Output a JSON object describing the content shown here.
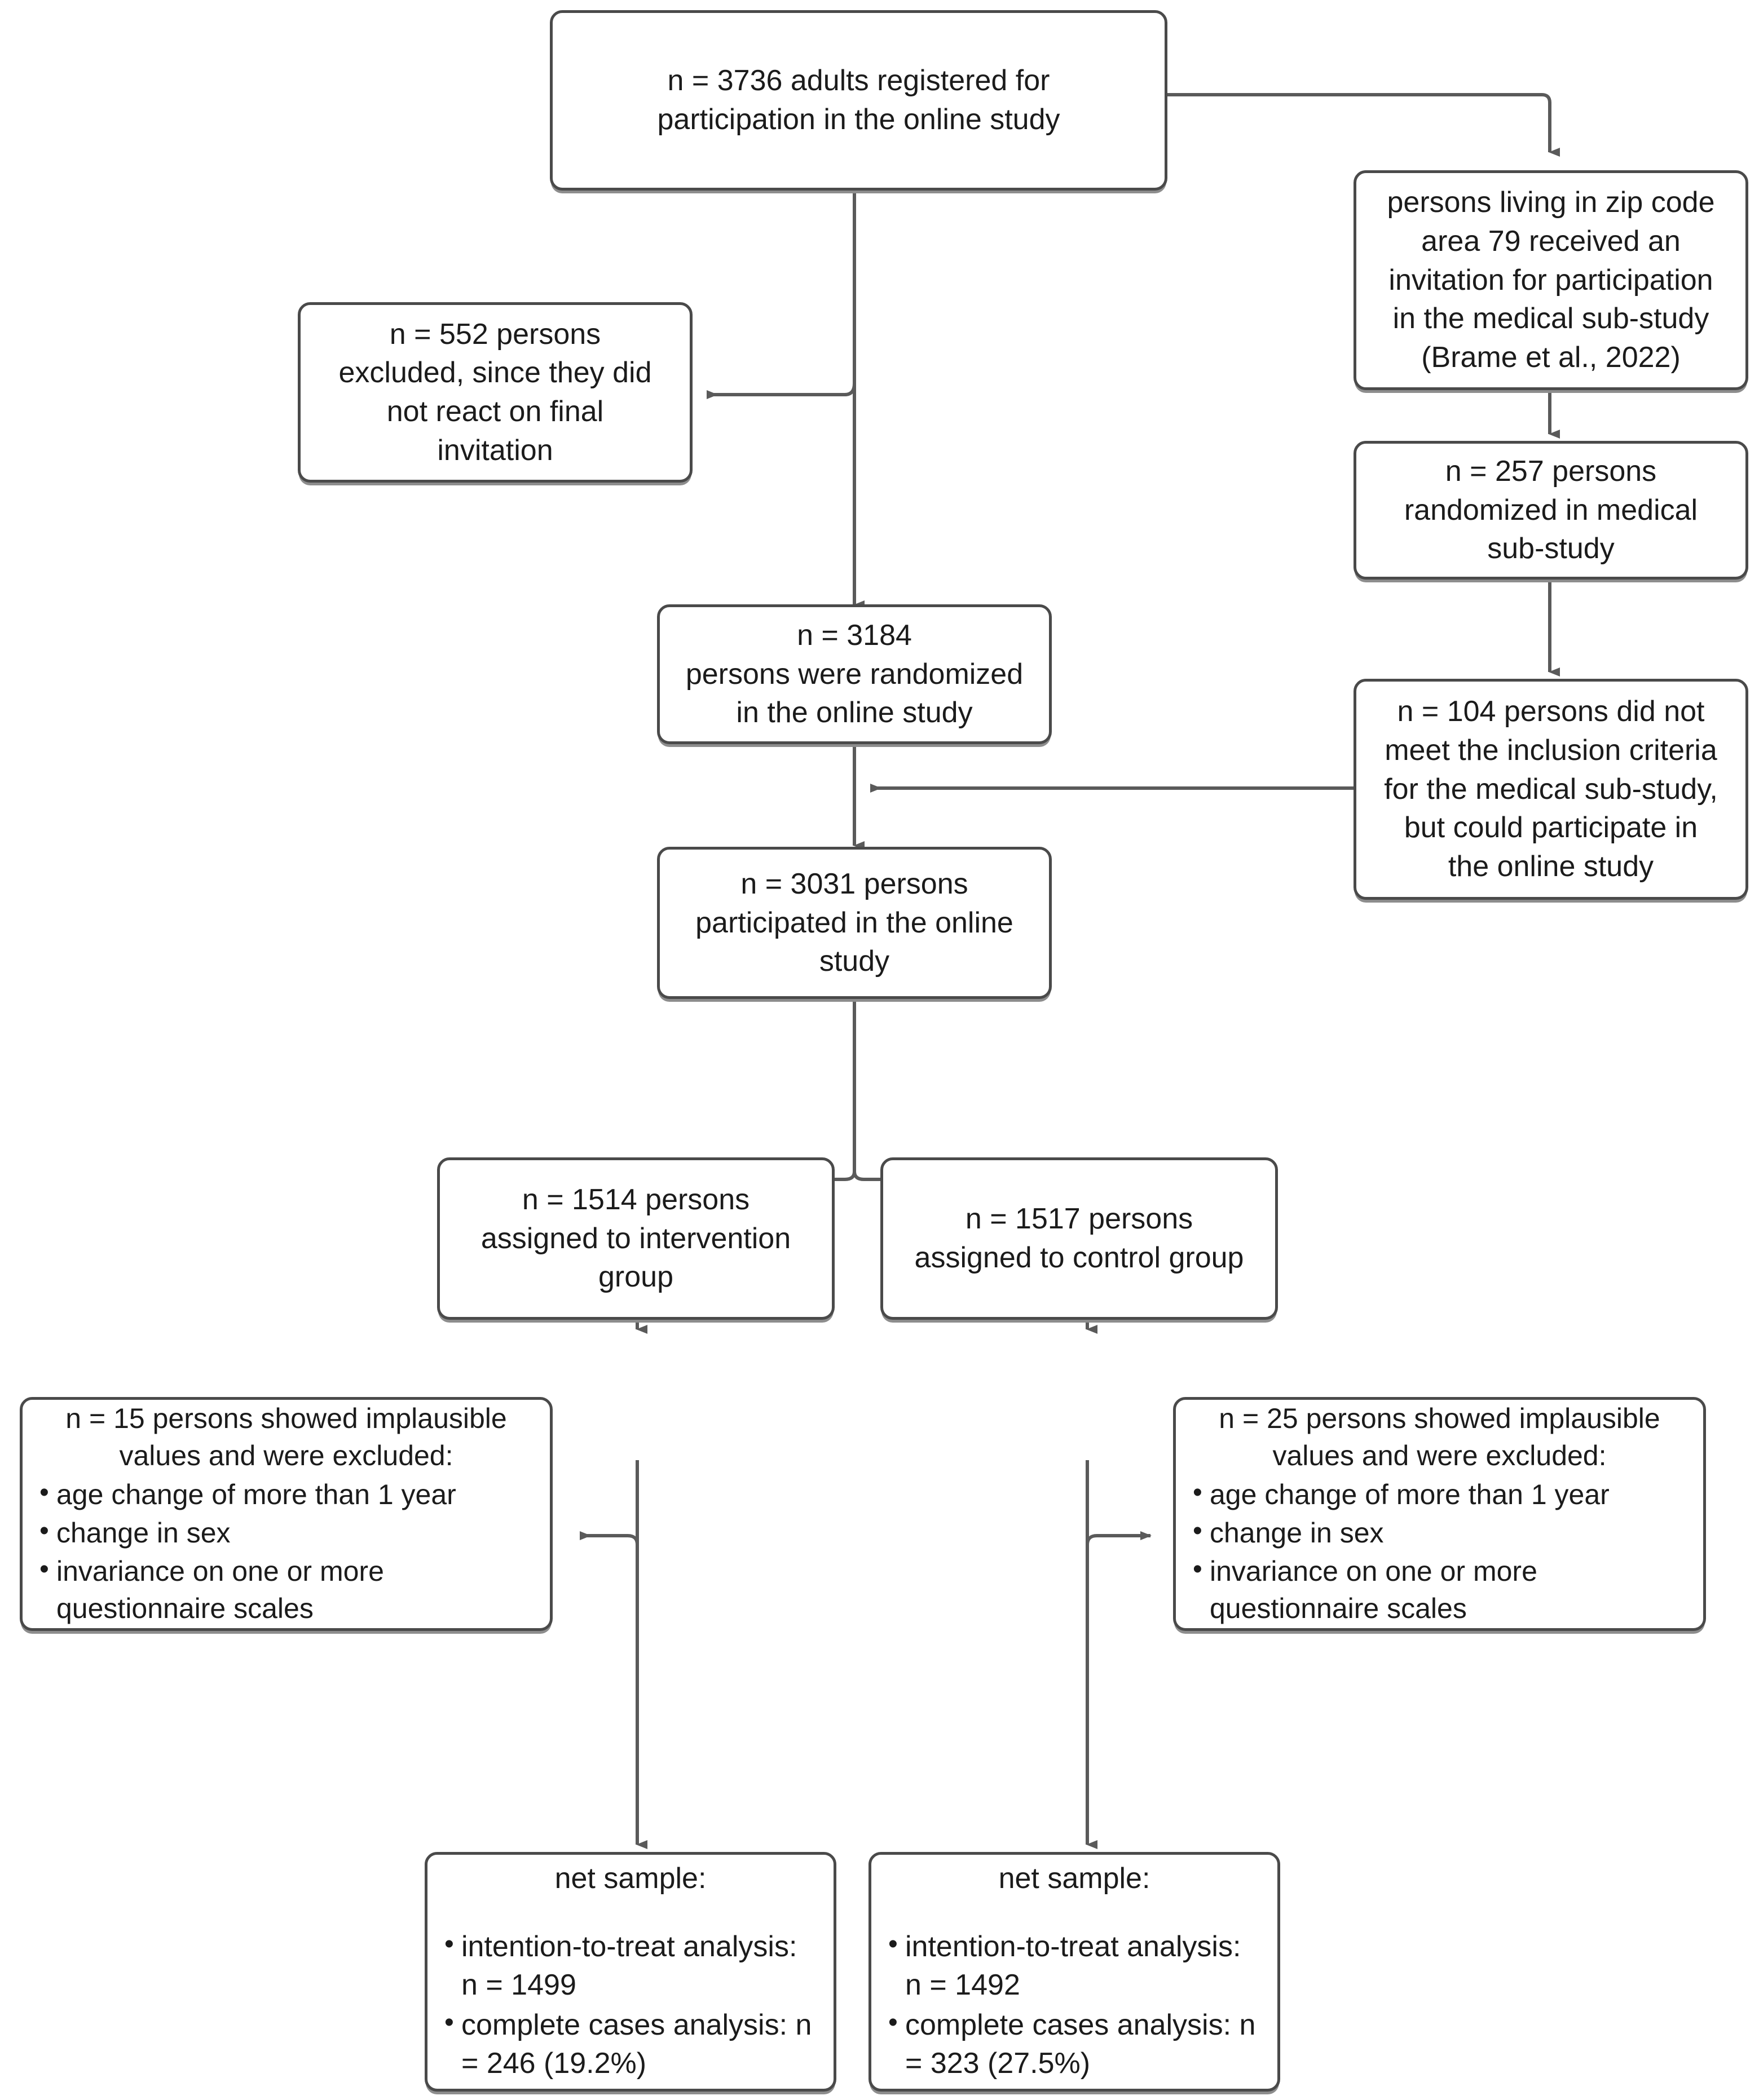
{
  "diagram": {
    "type": "flowchart",
    "title": "Participant flow of the online study and medical sub-study",
    "stroke_color": "#4a4a4a",
    "shadow_color": "#8d8d8d",
    "text_color": "#1b1b1b",
    "background_color": "#ffffff"
  },
  "nodes": {
    "registered": {
      "text": "n = 3736 adults registered for\nparticipation in the online study"
    },
    "zip_area": {
      "text": "persons living in zip code\narea 79 received an\ninvitation for participation\nin the medical sub-study\n(Brame et al., 2022)"
    },
    "excluded_final_invitation": {
      "text": "n = 552 persons\nexcluded, since they did\nnot react on final\ninvitation"
    },
    "randomized_medical": {
      "text": "n = 257 persons\nrandomized in medical\nsub-study"
    },
    "randomized_online": {
      "text": "n = 3184\npersons were randomized\nin the online study"
    },
    "not_meet_criteria": {
      "text": "n = 104 persons did not\nmeet the inclusion criteria\nfor the medical sub-study,\nbut could participate in\nthe online study"
    },
    "participated_online": {
      "text": "n = 3031 persons\nparticipated in the online\nstudy"
    },
    "intervention_group": {
      "text": "n = 1514 persons\nassigned to intervention\ngroup"
    },
    "control_group": {
      "text": "n = 1517 persons\nassigned to control group"
    },
    "implausible_intervention": {
      "lead": "n = 15 persons showed implausible\nvalues and were excluded:",
      "bullets": [
        "age change of more than 1 year",
        "change in sex",
        "invariance on one or more\nquestionnaire scales"
      ]
    },
    "implausible_control": {
      "lead": "n = 25 persons showed implausible\nvalues and were excluded:",
      "bullets": [
        "age change of more than 1 year",
        "change in sex",
        "invariance on one or more\nquestionnaire scales"
      ]
    },
    "net_sample_intervention": {
      "lead": "net sample:",
      "bullets": [
        "intention-to-treat\nanalysis: n = 1499",
        "complete cases analysis:\nn = 246 (19.2%)"
      ]
    },
    "net_sample_control": {
      "lead": "net sample:",
      "bullets": [
        "intention-to-treat\nanalysis: n = 1492",
        "complete cases analysis:\nn = 323 (27.5%)"
      ]
    }
  },
  "edges": [
    {
      "from": "registered",
      "to": "zip_area",
      "style": "elbow-right-down",
      "arrow": "down"
    },
    {
      "from": "registered",
      "to": "excluded_final_invitation",
      "style": "elbow-down-left",
      "arrow": "left"
    },
    {
      "from": "registered",
      "to": "randomized_online",
      "style": "straight-down",
      "arrow": "down"
    },
    {
      "from": "zip_area",
      "to": "randomized_medical",
      "style": "straight-down",
      "arrow": "down"
    },
    {
      "from": "randomized_medical",
      "to": "not_meet_criteria",
      "style": "straight-down",
      "arrow": "down"
    },
    {
      "from": "not_meet_criteria",
      "to": "participated_online",
      "style": "elbow-left",
      "arrow": "left"
    },
    {
      "from": "randomized_online",
      "to": "participated_online",
      "style": "straight-down",
      "arrow": "down"
    },
    {
      "from": "participated_online",
      "to": "intervention_group",
      "style": "split-left",
      "arrow": "down"
    },
    {
      "from": "participated_online",
      "to": "control_group",
      "style": "split-right",
      "arrow": "down"
    },
    {
      "from": "intervention_group",
      "to": "implausible_intervention",
      "style": "branch-left",
      "arrow": "left"
    },
    {
      "from": "control_group",
      "to": "implausible_control",
      "style": "branch-right",
      "arrow": "right"
    },
    {
      "from": "intervention_group",
      "to": "net_sample_intervention",
      "style": "straight-down",
      "arrow": "down"
    },
    {
      "from": "control_group",
      "to": "net_sample_control",
      "style": "straight-down",
      "arrow": "down"
    }
  ]
}
